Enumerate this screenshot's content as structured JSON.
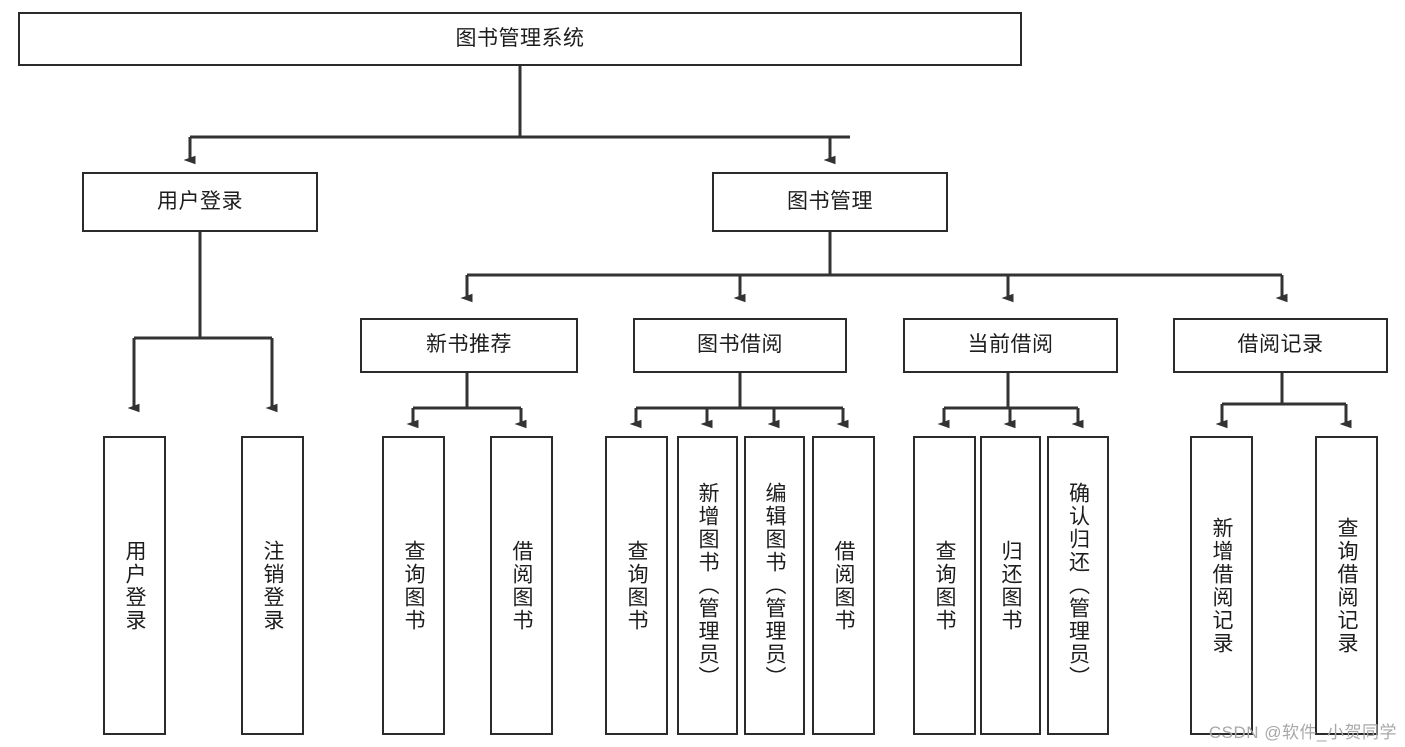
{
  "diagram": {
    "title": "图书管理系统",
    "type": "tree-hierarchy-diagram",
    "colors": {
      "box_border": "#2b2b2b",
      "box_fill": "#ffffff",
      "connector": "#333333",
      "text": "#1d1d1d",
      "watermark": "#a8a8a8",
      "background": "#ffffff"
    },
    "root": {
      "label": "图书管理系统"
    },
    "level2": [
      {
        "label": "用户登录"
      },
      {
        "label": "图书管理"
      }
    ],
    "level3": [
      {
        "label": "新书推荐"
      },
      {
        "label": "图书借阅"
      },
      {
        "label": "当前借阅"
      },
      {
        "label": "借阅记录"
      }
    ],
    "leaves": {
      "user_login": [
        {
          "label": "用户登录"
        },
        {
          "label": "注销登录"
        }
      ],
      "new_book_recommend": [
        {
          "label": "查询图书"
        },
        {
          "label": "借阅图书"
        }
      ],
      "book_borrow": [
        {
          "label": "查询图书"
        },
        {
          "label": "新增图书（管理员）"
        },
        {
          "label": "编辑图书（管理员）"
        },
        {
          "label": "借阅图书"
        }
      ],
      "current_borrow": [
        {
          "label": "查询图书"
        },
        {
          "label": "归还图书"
        },
        {
          "label": "确认归还（管理员）"
        }
      ],
      "borrow_records": [
        {
          "label": "新增借阅记录"
        },
        {
          "label": "查询借阅记录"
        }
      ]
    }
  },
  "watermark": {
    "text": "CSDN @软件_小贺同学"
  }
}
